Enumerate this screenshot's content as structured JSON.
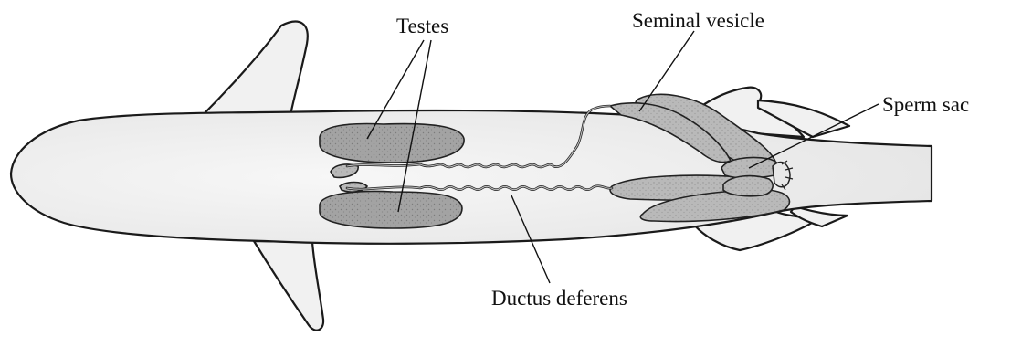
{
  "diagram": {
    "labels": {
      "testes": "Testes",
      "seminal_vesicle": "Seminal vesicle",
      "sperm_sac": "Sperm sac",
      "ductus_deferens": "Ductus deferens"
    },
    "colors": {
      "body_fill": "#f1f1f1",
      "organ_fill": "#9a9a9a",
      "organ_fill_light": "#b5b5b5",
      "outline": "#1a1a1a"
    }
  }
}
